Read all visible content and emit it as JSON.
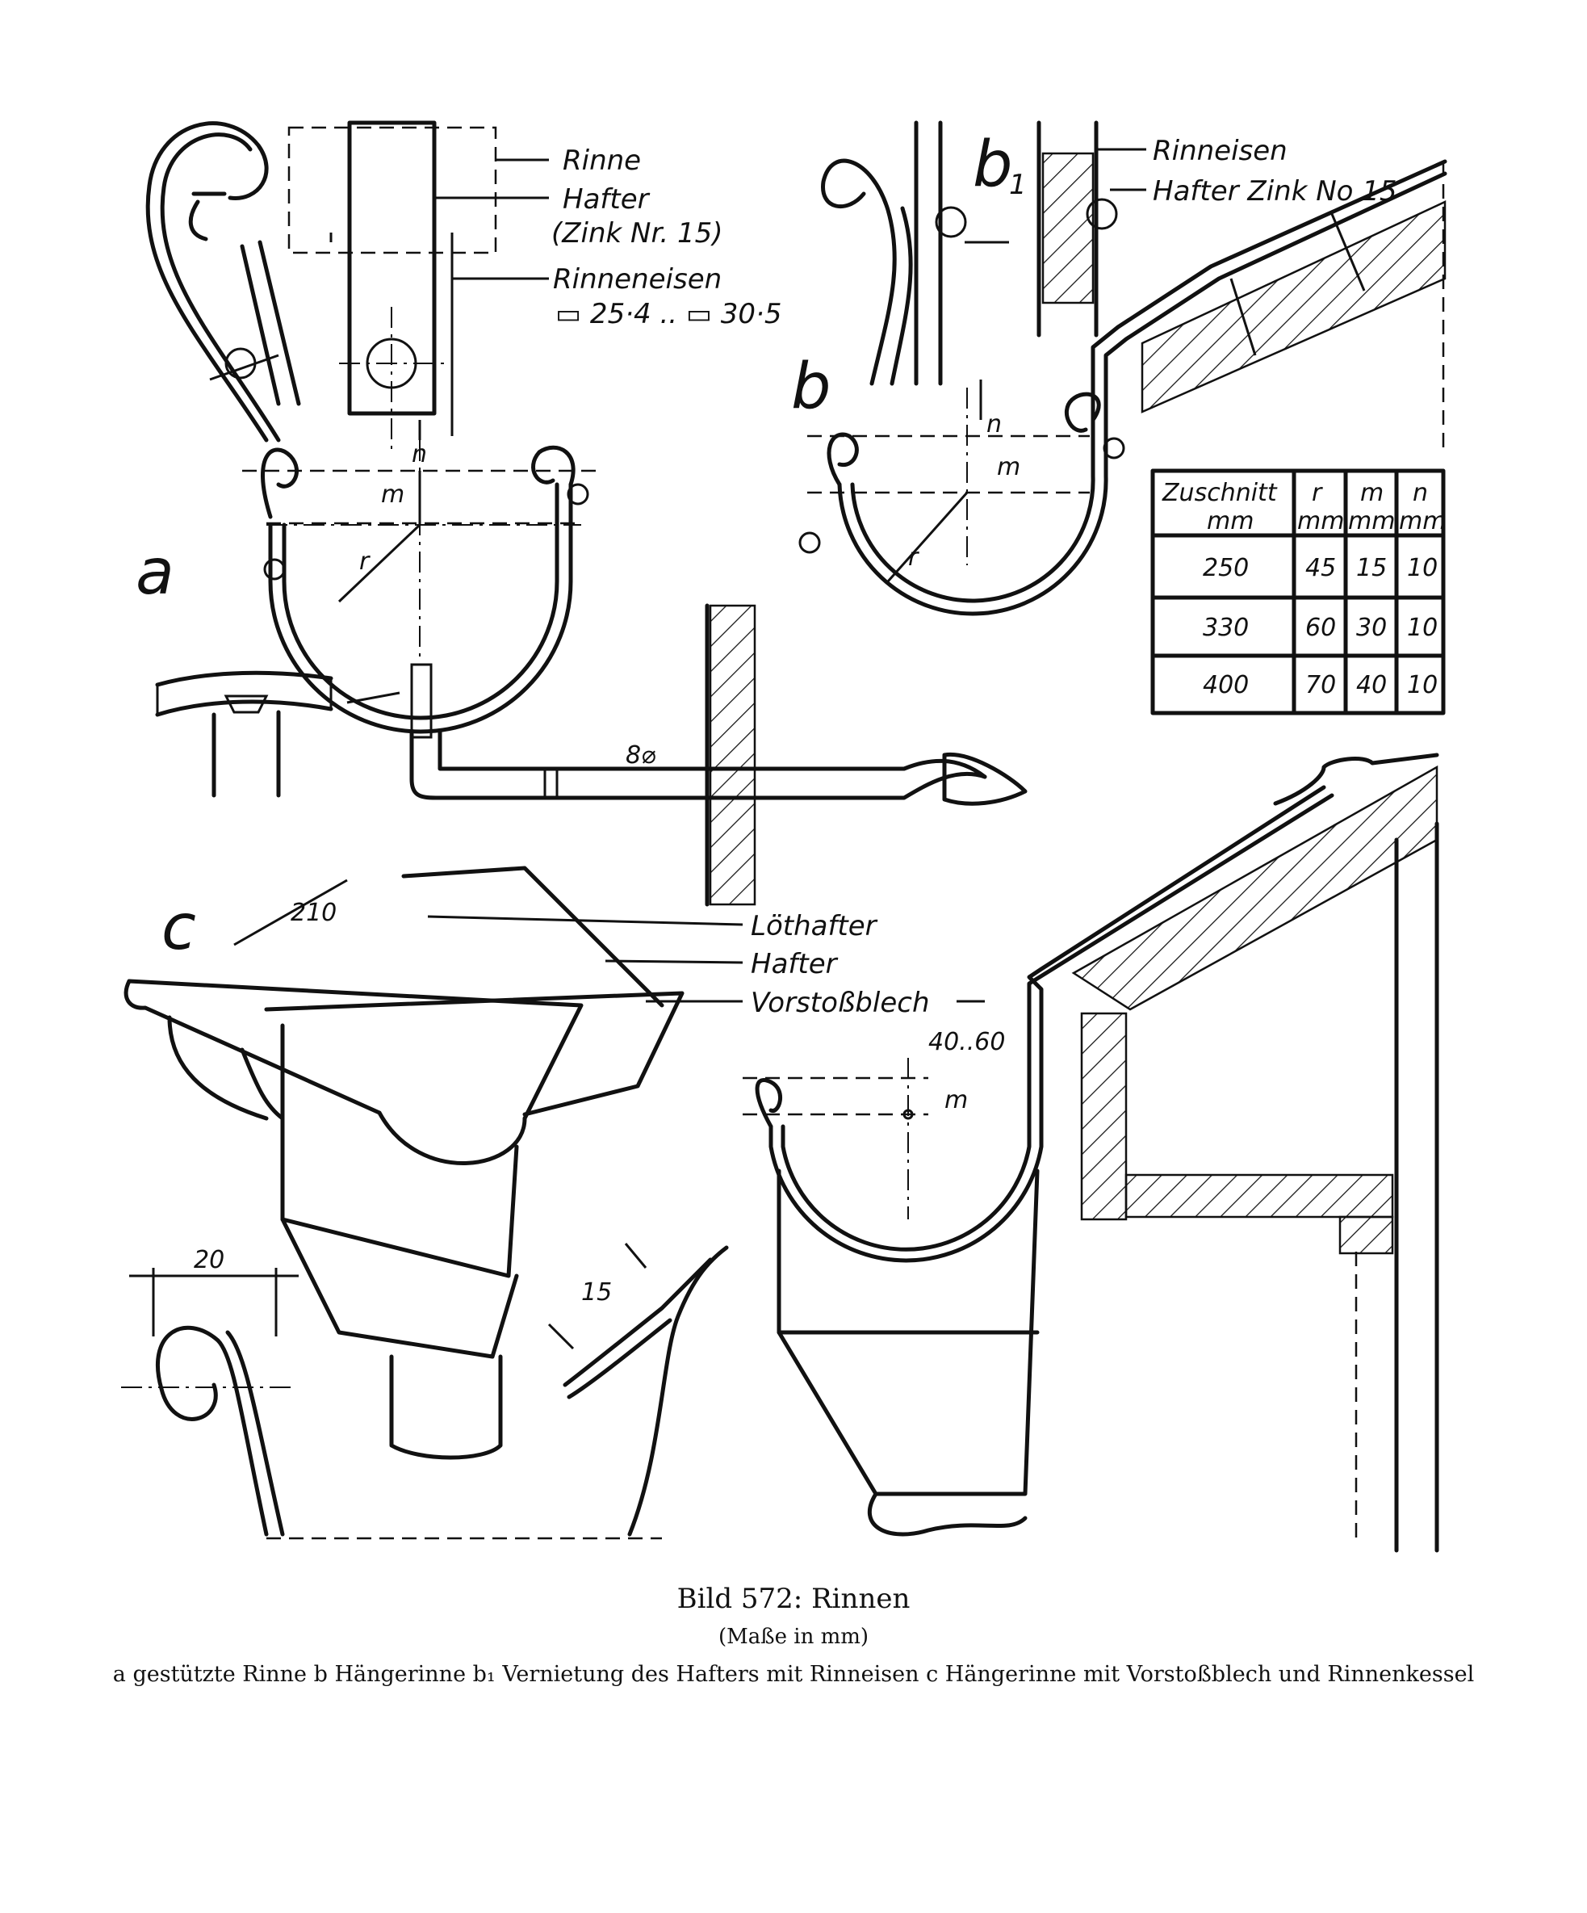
{
  "figure": {
    "labels": {
      "a": "a",
      "b": "b",
      "b1": "b",
      "b1_sub": "1",
      "c": "c",
      "rinne": "Rinne",
      "hafter_a": "Hafter",
      "zink_a": "(Zink Nr. 15)",
      "rinneneisen": "Rinneneisen",
      "rinneneisen_sizes": "▭ 25·4 .. ▭ 30·5",
      "rinneisen": "Rinneisen",
      "hafter_zink_b1": "Hafter Zink No 15",
      "loethafter": "Löthafter",
      "hafter_c": "Hafter",
      "vorstossblech": "Vorstoßblech"
    },
    "dimensions": {
      "n_a": "n",
      "m_a": "m",
      "r_a": "r",
      "n_b": "n",
      "m_b": "m",
      "r_b": "r",
      "rod": "8⌀",
      "d210": "210",
      "d40_60": "40..60",
      "m_c": "m",
      "d20": "20",
      "d15": "15"
    },
    "table": {
      "headers": [
        {
          "top": "Zuschnitt",
          "bottom": "mm"
        },
        {
          "top": "r",
          "bottom": "mm"
        },
        {
          "top": "m",
          "bottom": "mm"
        },
        {
          "top": "n",
          "bottom": "mm"
        }
      ],
      "rows": [
        [
          "250",
          "45",
          "15",
          "10"
        ],
        [
          "330",
          "60",
          "30",
          "10"
        ],
        [
          "400",
          "70",
          "40",
          "10"
        ]
      ]
    }
  },
  "caption": {
    "title": "Bild 572: Rinnen",
    "subtitle": "(Maße in mm)",
    "legend": "a gestützte Rinne   b Hängerinne   b₁ Vernietung des Hafters mit Rinneisen   c Hängerinne mit Vorstoßblech und Rinnenkessel"
  }
}
